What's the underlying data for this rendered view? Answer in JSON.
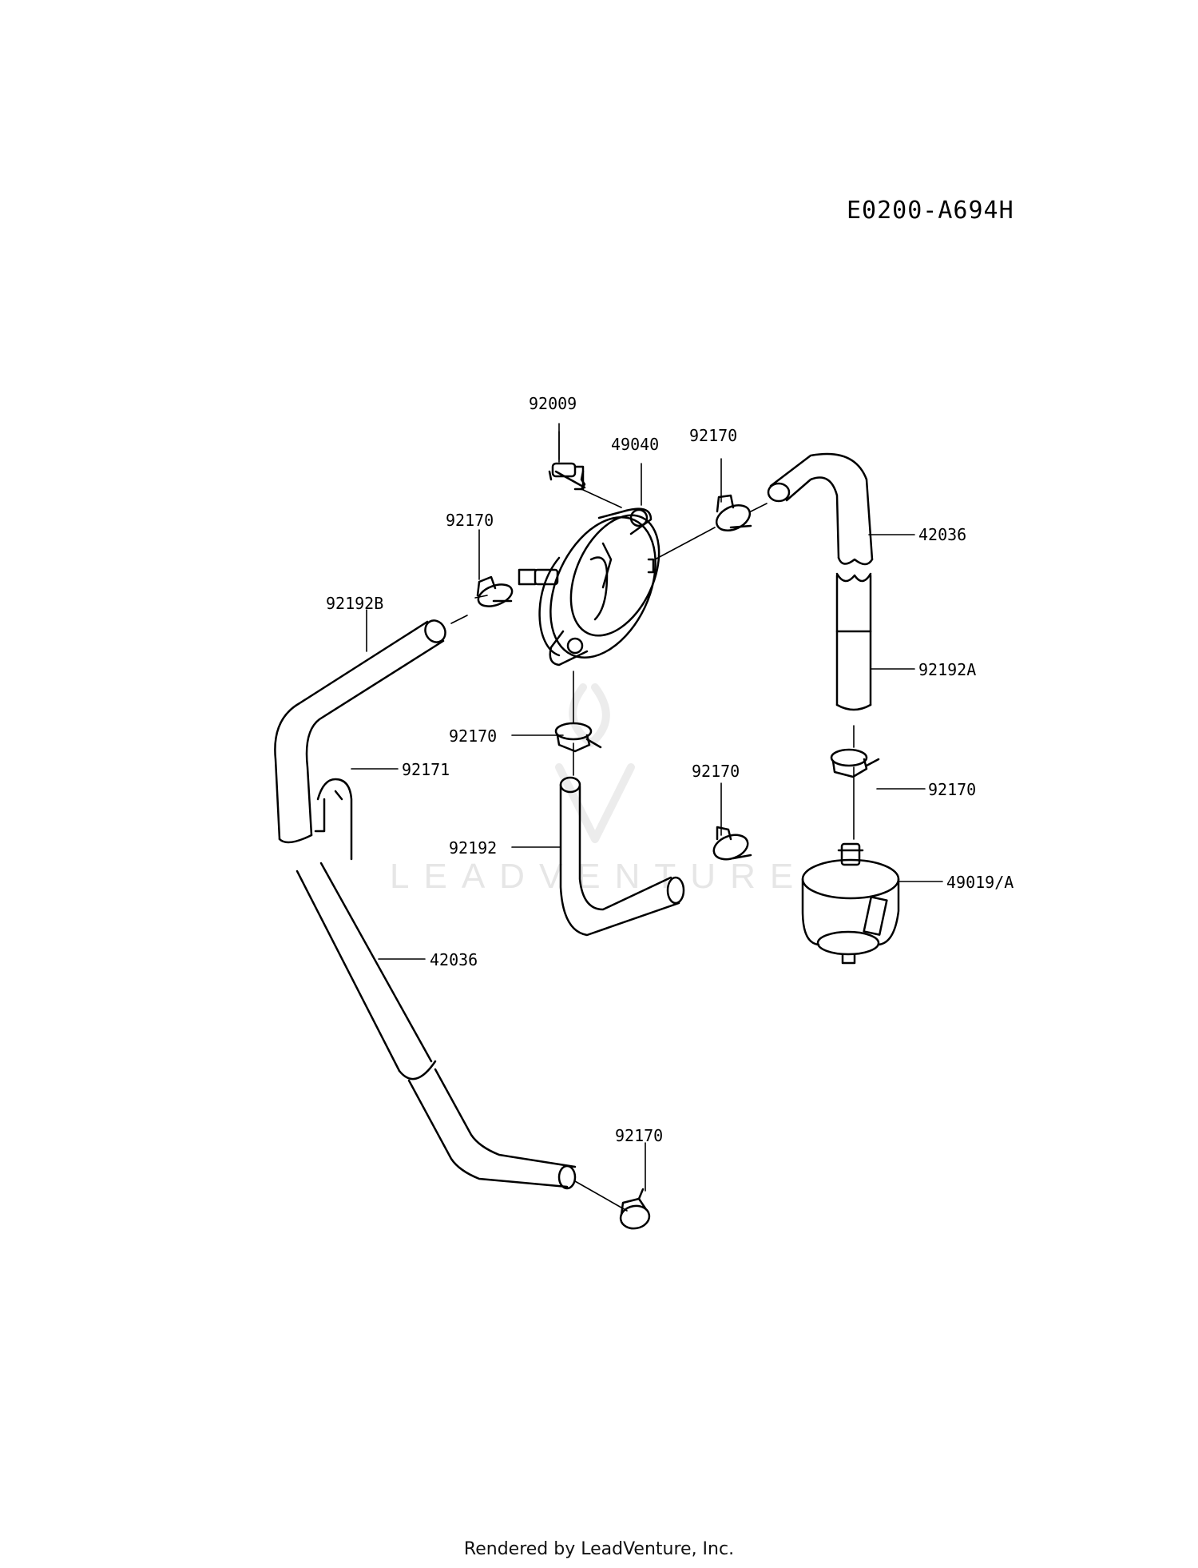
{
  "diagram": {
    "code": "E0200-A694H",
    "watermark": "LEADVENTURE",
    "footer": "Rendered by LeadVenture, Inc.",
    "parts": [
      {
        "id": "p1",
        "number": "92009"
      },
      {
        "id": "p2",
        "number": "49040"
      },
      {
        "id": "p3",
        "number": "92170"
      },
      {
        "id": "p4",
        "number": "42036"
      },
      {
        "id": "p5",
        "number": "92170"
      },
      {
        "id": "p6",
        "number": "92192B"
      },
      {
        "id": "p7",
        "number": "92192A"
      },
      {
        "id": "p8",
        "number": "92170"
      },
      {
        "id": "p9",
        "number": "92171"
      },
      {
        "id": "p10",
        "number": "92170"
      },
      {
        "id": "p11",
        "number": "92170"
      },
      {
        "id": "p12",
        "number": "92192"
      },
      {
        "id": "p13",
        "number": "49019/A"
      },
      {
        "id": "p14",
        "number": "42036"
      },
      {
        "id": "p15",
        "number": "92170"
      }
    ]
  }
}
